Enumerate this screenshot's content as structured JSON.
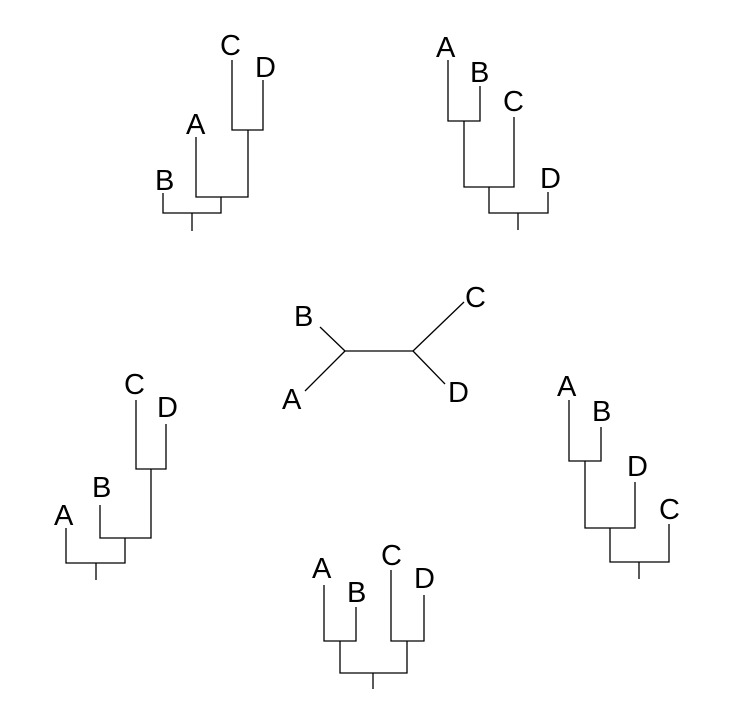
{
  "diagram": {
    "unrooted_tree": {
      "labels": {
        "a": "A",
        "b": "B",
        "c": "C",
        "d": "D"
      }
    },
    "rooted_trees": [
      {
        "id": "top-left",
        "labels": {
          "b": "B",
          "a": "A",
          "c": "C",
          "d": "D"
        }
      },
      {
        "id": "top-right",
        "labels": {
          "a": "A",
          "b": "B",
          "c": "C",
          "d": "D"
        }
      },
      {
        "id": "middle-left",
        "labels": {
          "a": "A",
          "b": "B",
          "c": "C",
          "d": "D"
        }
      },
      {
        "id": "middle-right",
        "labels": {
          "a": "A",
          "b": "B",
          "d": "D",
          "c": "C"
        }
      },
      {
        "id": "bottom",
        "labels": {
          "a": "A",
          "b": "B",
          "c": "C",
          "d": "D"
        }
      }
    ]
  },
  "colors": {
    "stroke": "#000000",
    "background": "#ffffff"
  }
}
